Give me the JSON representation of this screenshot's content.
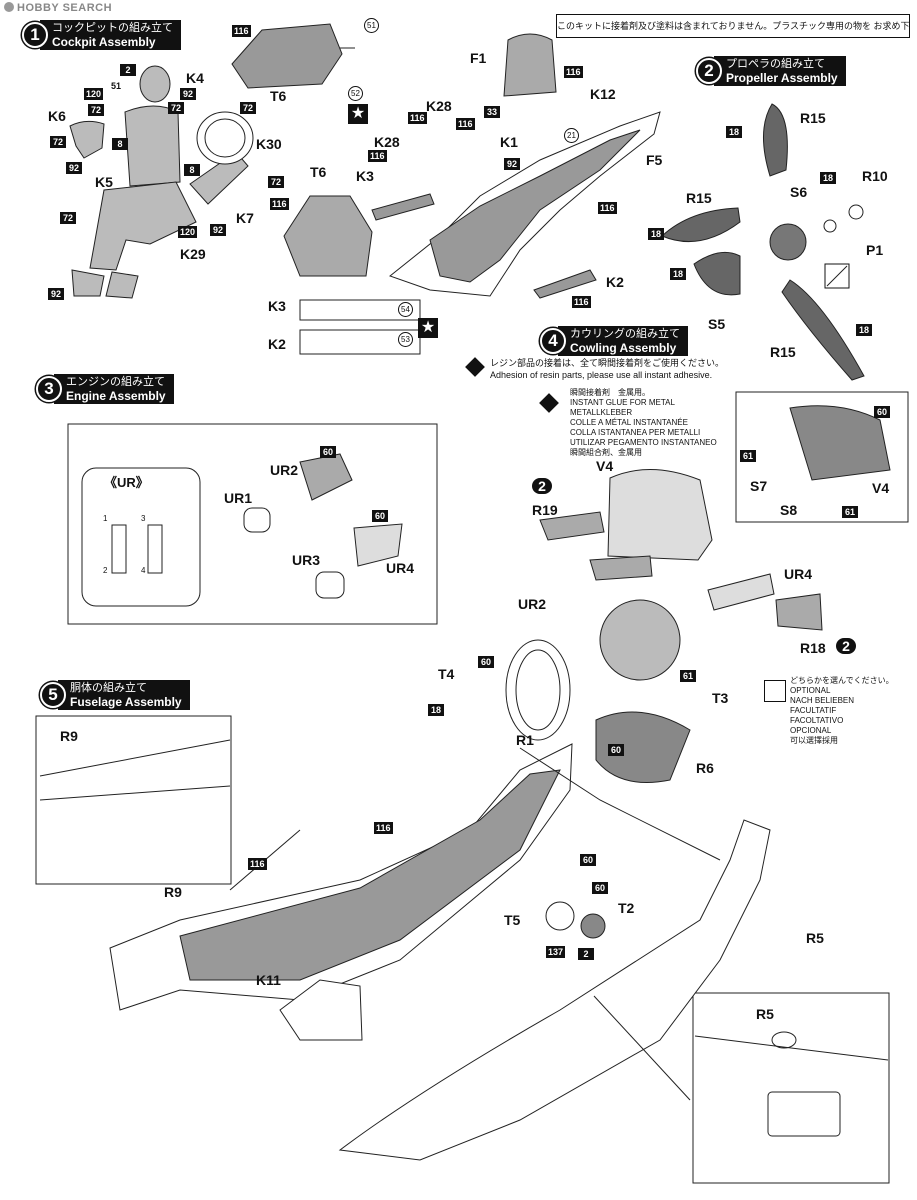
{
  "watermark": "HOBBY SEARCH",
  "notice": "このキットに接着剤及び塗料は含まれておりません。プラスチック専用の物を お求め下さい。",
  "steps": [
    {
      "num": "1",
      "jp": "コックピットの組み立て",
      "en": "Cockpit Assembly"
    },
    {
      "num": "2",
      "jp": "プロペラの組み立て",
      "en": "Propeller Assembly"
    },
    {
      "num": "3",
      "jp": "エンジンの組み立て",
      "en": "Engine Assembly"
    },
    {
      "num": "4",
      "jp": "カウリングの組み立て",
      "en": "Cowling Assembly"
    },
    {
      "num": "5",
      "jp": "胴体の組み立て",
      "en": "Fuselage Assembly"
    }
  ],
  "resin_note": {
    "jp": "レジン部品の接着は、全て瞬間接着剤をご使用ください。",
    "en": "Adhesion of resin parts, please use all instant adhesive."
  },
  "glue_note": "瞬間接着剤　金属用。\nINSTANT GLUE FOR METAL\nMETALLKLEBER\nCOLLE A MÉTAL INSTANTANÉE\nCOLLA ISTANTANEA PER METALLI\nUTILIZAR PEGAMENTO INSTANTANEO\n瞬間組合剤、金属用",
  "optional_note": "どちらかを選んでください。\nOPTIONAL\nNACH BELIEBEN\nFACULTATIF\nFACOLTATIVO\nOPCIONAL\n可以選擇採用",
  "ur_title": "《UR》",
  "ur_nums": [
    "1",
    "3",
    "2",
    "4"
  ],
  "part_labels": {
    "K4": "K4",
    "K6": "K6",
    "K5": "K5",
    "K7": "K7",
    "K29": "K29",
    "K30": "K30",
    "T6a": "T6",
    "T6b": "T6",
    "K3a": "K3",
    "K28a": "K28",
    "K28b": "K28",
    "K1": "K1",
    "F1": "F1",
    "K12": "K12",
    "F5": "F5",
    "K2a": "K2",
    "K3b": "K3",
    "K2b": "K2",
    "R15a": "R15",
    "R15b": "R15",
    "R15c": "R15",
    "S6": "S6",
    "R10": "R10",
    "P1": "P1",
    "S5": "S5",
    "UR2a": "UR2",
    "UR1": "UR1",
    "UR3": "UR3",
    "UR4a": "UR4",
    "V4a": "V4",
    "V4b": "V4",
    "S7": "S7",
    "S8": "S8",
    "R19": "R19",
    "UR2b": "UR2",
    "UR4b": "UR4",
    "R18": "R18",
    "T4": "T4",
    "R1": "R1",
    "T3": "T3",
    "R6": "R6",
    "R9a": "R9",
    "R9b": "R9",
    "K11": "K11",
    "T5": "T5",
    "T2": "T2",
    "R5a": "R5",
    "R5b": "R5"
  },
  "color_codes": {
    "c116a": "116",
    "c2a": "2",
    "c51a": "51",
    "c92a": "92",
    "c72a": "72",
    "c120a": "120",
    "c72b": "72",
    "c8a": "8",
    "c92b": "92",
    "c8b": "8",
    "c72c": "72",
    "c92c": "92",
    "c72d": "72",
    "c120b": "120",
    "c92d": "92",
    "c116b": "116",
    "c116c": "116",
    "c116d": "116",
    "c116e": "116",
    "c116f": "116",
    "c33": "33",
    "c92e": "92",
    "c116g": "116",
    "c116h": "116",
    "c18a": "18",
    "c18b": "18",
    "c18c": "18",
    "c18d": "18",
    "c18e": "18",
    "c60a": "60",
    "c60b": "60",
    "c60c": "60",
    "c61a": "61",
    "c61b": "61",
    "c61c": "61",
    "c60d": "60",
    "c18f": "18",
    "c60e": "60",
    "c116i": "116",
    "c116j": "116",
    "c60f": "60",
    "c60g": "60",
    "c137": "137",
    "c2b": "2",
    "s2a": "2",
    "s2b": "2"
  },
  "decal_codes": {
    "d51": "51",
    "d52": "52",
    "d21": "21",
    "d54": "54",
    "d53": "53"
  }
}
